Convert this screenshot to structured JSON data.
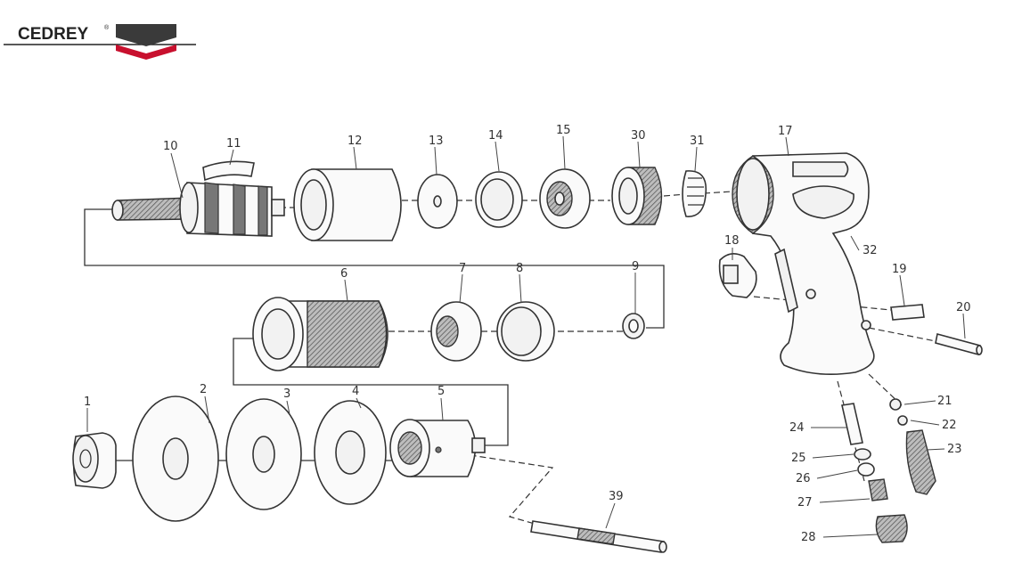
{
  "brand": {
    "name": "CEDREY",
    "registered_mark": "®",
    "colors": {
      "text": "#222222",
      "chevron_dark": "#3a3a3a",
      "chevron_red": "#c8102e"
    }
  },
  "diagram": {
    "title": "",
    "part_numbers": [
      "1",
      "2",
      "3",
      "4",
      "5",
      "6",
      "7",
      "8",
      "9",
      "10",
      "11",
      "12",
      "13",
      "14",
      "15",
      "17",
      "18",
      "19",
      "20",
      "21",
      "22",
      "23",
      "24",
      "25",
      "26",
      "27",
      "28",
      "30",
      "31",
      "32",
      "39"
    ]
  }
}
